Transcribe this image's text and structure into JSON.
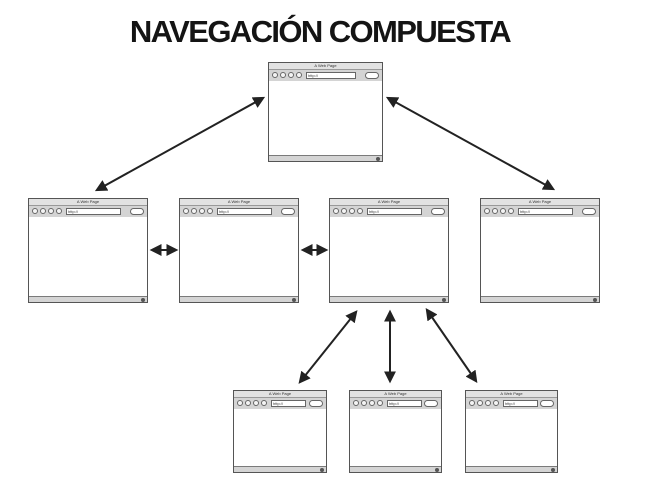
{
  "title": "NAVEGACIÓN COMPUESTA",
  "window": {
    "title": "A Web Page",
    "url": "http://"
  },
  "colors": {
    "arrow": "#222222",
    "window_chrome": "#d4d4d4",
    "title_text": "#141414"
  }
}
